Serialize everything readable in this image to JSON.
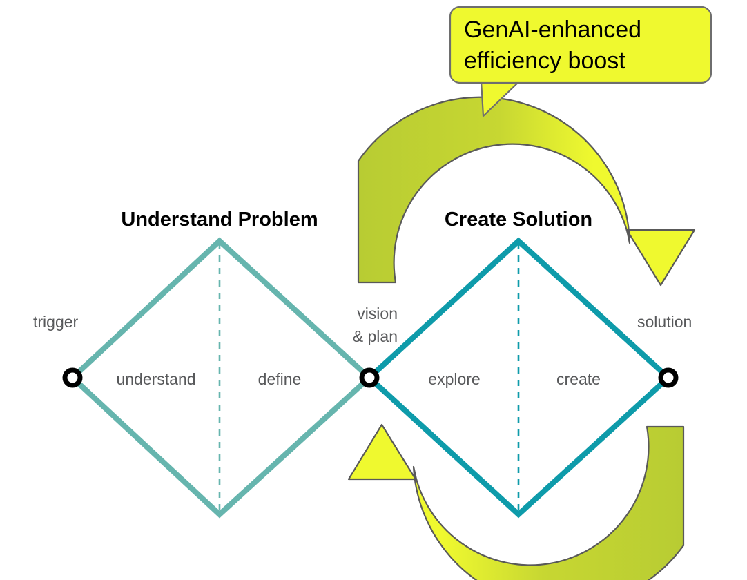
{
  "diagram": {
    "title_understand": "Understand Problem",
    "title_create": "Create Solution",
    "callout": {
      "line1": "GenAI-enhanced",
      "line2": "efficiency boost"
    },
    "endpoints": {
      "start": "trigger",
      "middle_line1": "vision",
      "middle_line2": "& plan",
      "end": "solution"
    },
    "stages": {
      "understand": "understand",
      "define": "define",
      "explore": "explore",
      "create": "create"
    },
    "colors": {
      "diamond_left": "#66b5ae",
      "diamond_right": "#0e9baa",
      "arrow_yellow": "#eff92f",
      "arrow_olive": "#b8cc33",
      "arrow_outline": "#595959",
      "callout_fill": "#eff92f",
      "callout_border": "#6e6e6e",
      "node_ring": "#000000",
      "label_gray": "#58595b",
      "title_black": "#000000",
      "background": "#ffffff"
    }
  }
}
